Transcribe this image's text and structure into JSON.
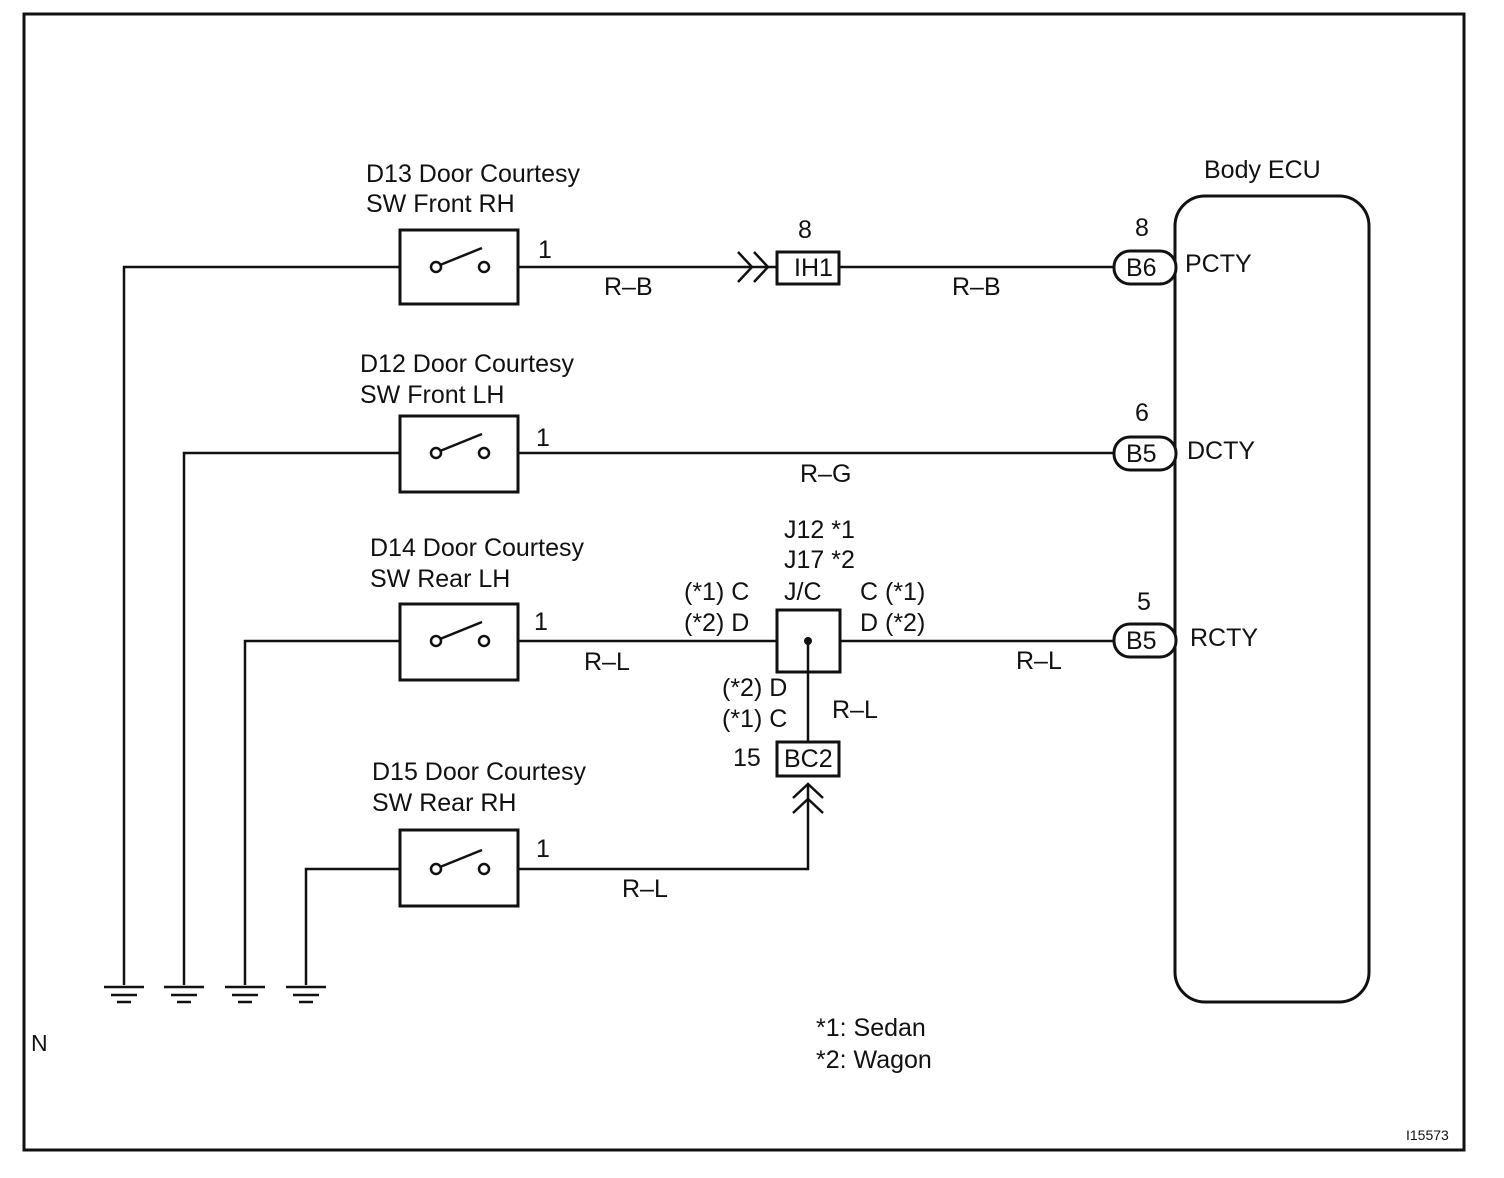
{
  "switches": [
    {
      "title_line1": "D13 Door Courtesy",
      "title_line2": "SW Front RH",
      "pin": "1"
    },
    {
      "title_line1": "D12 Door Courtesy",
      "title_line2": "SW Front LH",
      "pin": "1"
    },
    {
      "title_line1": "D14 Door Courtesy",
      "title_line2": "SW Rear LH",
      "pin": "1"
    },
    {
      "title_line1": "D15 Door Courtesy",
      "title_line2": "SW Rear RH",
      "pin": "1"
    }
  ],
  "wires": {
    "r1_left": "R–B",
    "r1_right": "R–B",
    "r2": "R–G",
    "r3_left": "R–L",
    "r3_right": "R–L",
    "r3_vertical": "R–L",
    "r4": "R–L"
  },
  "ih1": {
    "label": "IH1",
    "pin": "8"
  },
  "junction": {
    "line1": "J12 *1",
    "line2": "J17 *2",
    "line3": "J/C",
    "left_c": "(*1) C",
    "left_d": "(*2) D",
    "right_c": "C (*1)",
    "right_d": "D (*2)",
    "bottom_d": "(*2) D",
    "bottom_c": "(*1) C"
  },
  "bc2": {
    "label": "BC2",
    "pin": "15"
  },
  "ecu": {
    "title": "Body ECU",
    "connectors": [
      {
        "code": "B6",
        "pin": "8",
        "signal": "PCTY"
      },
      {
        "code": "B5",
        "pin": "6",
        "signal": "DCTY"
      },
      {
        "code": "B5",
        "pin": "5",
        "signal": "RCTY"
      }
    ]
  },
  "notes": {
    "note1": "*1: Sedan",
    "note2": "*2: Wagon"
  },
  "corner_mark": "N",
  "figure_id": "I15573"
}
